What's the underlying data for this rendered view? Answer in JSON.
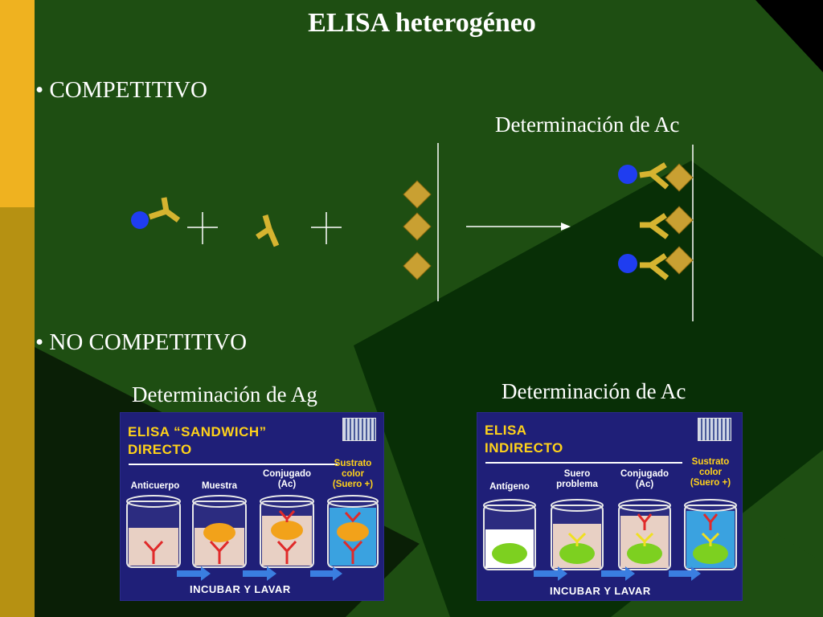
{
  "slide": {
    "title": "ELISA heterogéneo",
    "bullets": {
      "competitive": "• COMPETITIVO",
      "non_competitive": "• NO COMPETITIVO"
    },
    "labels": {
      "det_ac_top": "Determinación de Ac",
      "det_ag": "Determinación de Ag",
      "det_ac_bottom": "Determinación de Ac"
    },
    "symbols": {
      "plus": "+"
    }
  },
  "colors": {
    "green": "#1e4e12",
    "gold": "#efb220",
    "olive": "#b69112",
    "antigen": "#c9a032",
    "enzyme": "#1f3df0",
    "antibody": "#d6b430"
  },
  "panel_left": {
    "heading_line1": "ELISA “SANDWICH”",
    "heading_line2": "DIRECTO",
    "steps": [
      "Anticuerpo",
      "Muestra",
      "Conjugado\n(Ac)",
      "Sustrato\ncolor\n(Suero +)"
    ],
    "footer": "INCUBAR Y LAVAR"
  },
  "panel_right": {
    "heading_line1": "ELISA",
    "heading_line2": "INDIRECTO",
    "steps": [
      "Antígeno",
      "Suero\nproblema",
      "Conjugado\n(Ac)",
      "Sustrato\ncolor\n(Suero +)"
    ],
    "footer": "INCUBAR Y LAVAR"
  }
}
